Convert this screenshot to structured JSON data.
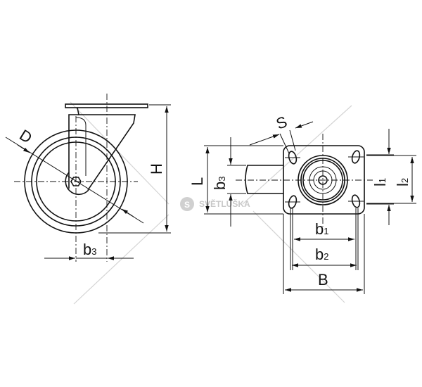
{
  "labels": {
    "D": "D",
    "H": "H",
    "b3_side": {
      "main": "b",
      "sub": "3"
    },
    "L": "L",
    "b3_top": {
      "main": "b",
      "sub": "3"
    },
    "S": "S",
    "l1": {
      "main": "l",
      "sub": "1"
    },
    "l2": {
      "main": "l",
      "sub": "2"
    },
    "b1": {
      "main": "b",
      "sub": "1"
    },
    "b2": {
      "main": "b",
      "sub": "2"
    },
    "B": "B"
  },
  "watermark": {
    "logo_letter": "S",
    "text": "SVĚTLUŠKA"
  }
}
